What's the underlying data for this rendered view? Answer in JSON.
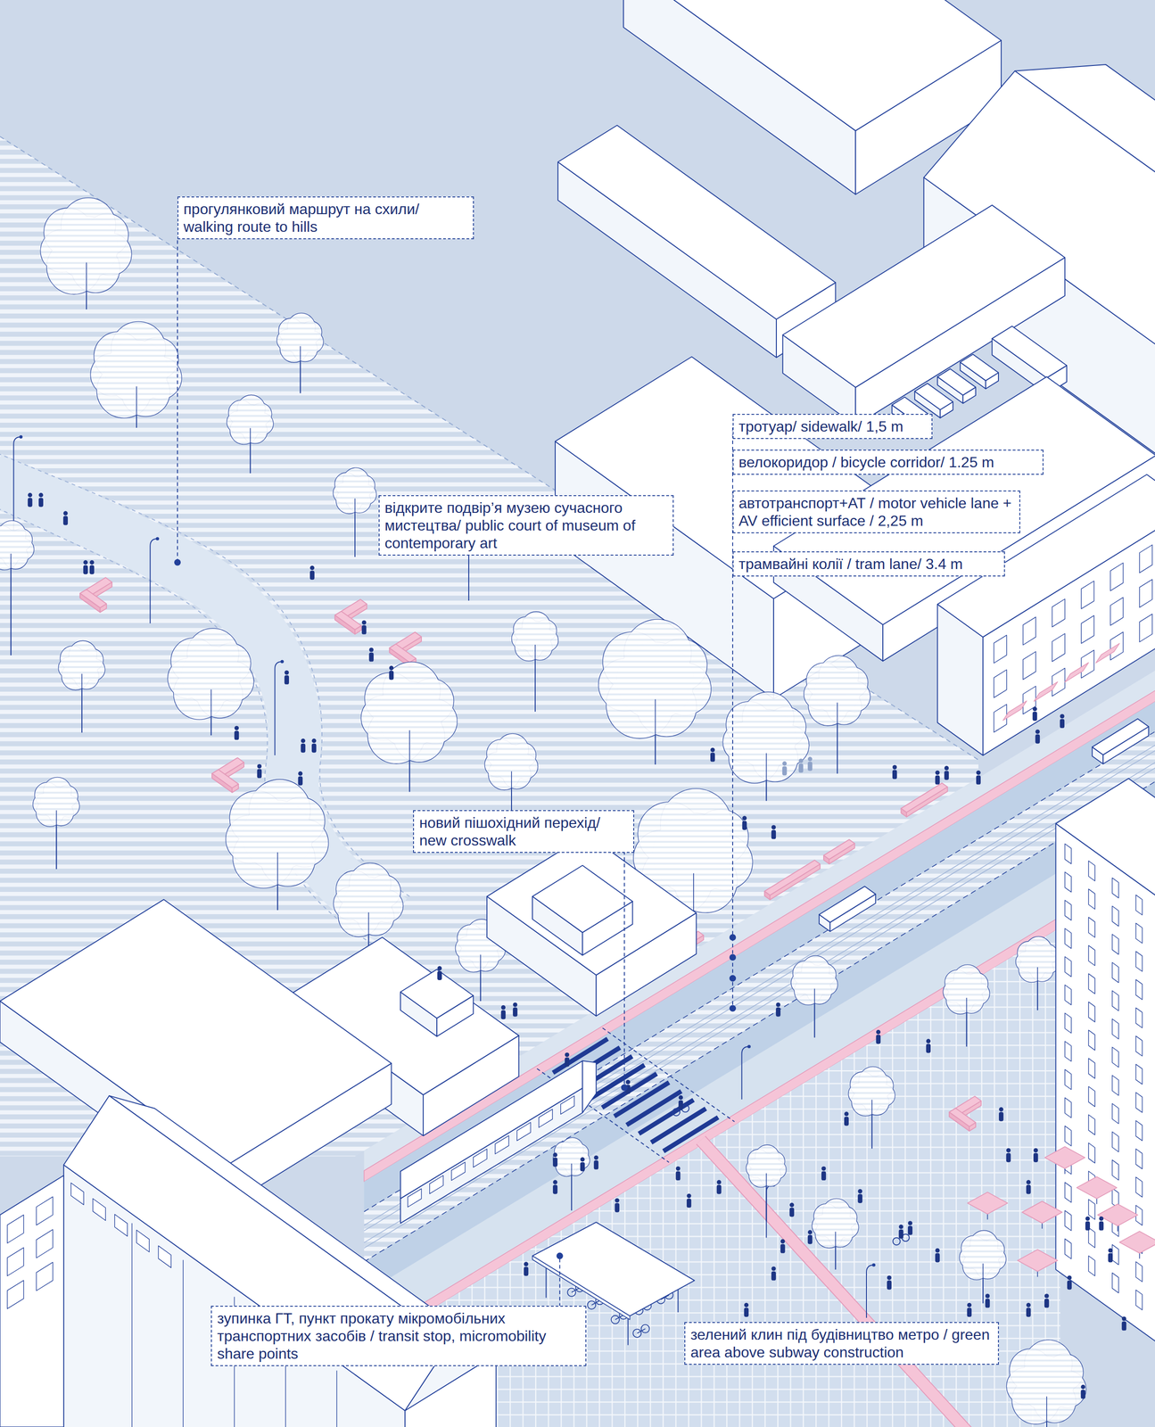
{
  "diagram": {
    "nodes": [
      {
        "text": [
          "прогулянковий маршрут на схили/ walking route to hills"
        ]
      },
      {
        "text": [
          "тротуар/ sidewalk/ 1,5 m"
        ]
      },
      {
        "text": [
          "велокоридор / bicycle corridor/ 1.25 m"
        ]
      },
      {
        "text": [
          "автотранспорт+АТ / motor vehicle lane + AV efficient surface / 2,25 m"
        ]
      },
      {
        "text": [
          "трамвайні колії / tram lane/ 3.4 m"
        ]
      },
      {
        "text": [
          "відкрите подвір’я музею сучасного мистецтва/ public court of museum of contemporary art"
        ]
      },
      {
        "text": [
          "новий пішохідний перехід/ new crosswalk"
        ]
      },
      {
        "text": [
          "зупинка ГТ, пункт прокату мікромобільних транспортних засобів / transit stop, micromobility share points"
        ]
      },
      {
        "text": [
          "зелений клин під будівництво метро / green area above subway construction"
        ]
      }
    ]
  }
}
